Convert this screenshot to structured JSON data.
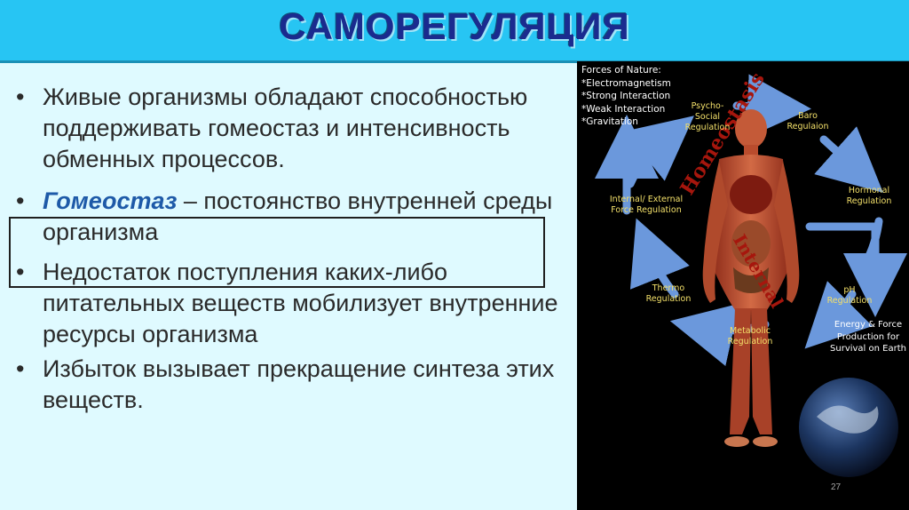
{
  "header": {
    "title": "САМОРЕГУЛЯЦИЯ"
  },
  "bullets": [
    {
      "text": "Живые организмы обладают способностью поддерживать гомеостаз и интенсивность обменных процессов."
    },
    {
      "term": "Гомеостаз",
      "text": " – постоянство внутренней среды организма"
    },
    {
      "text": "Недостаток поступления каких-либо питательных веществ мобилизует внутренние ресурсы организма"
    },
    {
      "text": "Избыток вызывает прекращение синтеза этих веществ."
    }
  ],
  "bullet_symbol": "•",
  "image": {
    "forces": {
      "title": "Forces of Nature:",
      "items": [
        "*Electromagnetism",
        "*Strong Interaction",
        "*Weak Interaction",
        "*Gravitation"
      ]
    },
    "labels": {
      "psycho_social": "Psycho-\nSocial\nRegulation",
      "baro": "Baro\nRegulaion",
      "hormonal": "Hormonal\nRegulation",
      "ph": "pH\nRegulation",
      "metabolic": "Metabolic\nRegulation",
      "thermo": "Thermo\nRegulation",
      "internal_external": "Internal/ External\nForce Regulation",
      "homeostasis_arc": "Homeostasis",
      "internal_arc": "Internal"
    },
    "energy_text": "Energy & Force\nProduction for\nSurvival on Earth",
    "slide_number": "27",
    "colors": {
      "body": "#b84a2c",
      "arrow": "#5a8ad0",
      "label": "#f3e06a"
    }
  }
}
